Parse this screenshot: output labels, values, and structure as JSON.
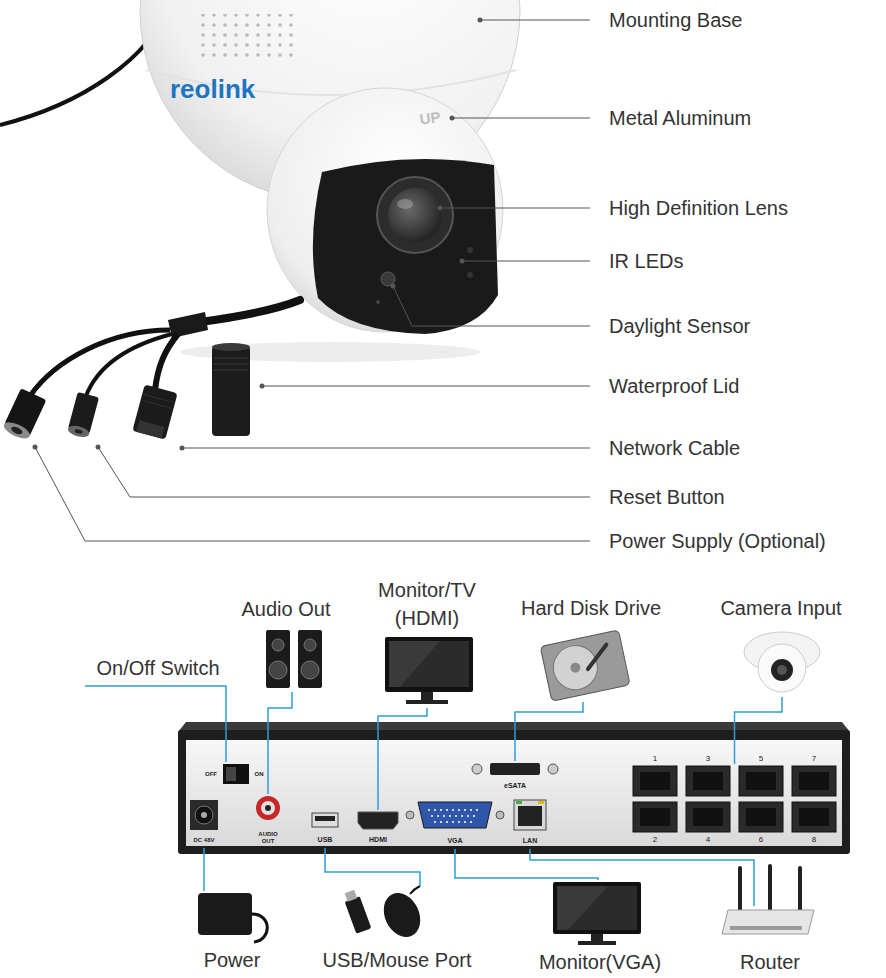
{
  "diagram": {
    "labels": [
      "reolink",
      "UP",
      "Mounting Base",
      "Metal Aluminum",
      "High Definition Lens",
      "IR LEDs",
      "Daylight Sensor",
      "Waterproof Lid",
      "Network Cable",
      "Reset Button",
      "Power Supply (Optional)",
      "Audio Out",
      "Monitor/TV (HDMI)",
      "Hard Disk Drive",
      "Camera Input",
      "On/Off Switch",
      "1",
      "3",
      "5",
      "7",
      "OFF",
      "ON",
      "eSATA",
      "DC 48V",
      "AUDIO OUT",
      "USB",
      "HDMI",
      "VGA",
      "LAN",
      "2",
      "4",
      "6",
      "8",
      "Power",
      "USB/Mouse Port",
      "Monitor(VGA)",
      "Router"
    ]
  }
}
